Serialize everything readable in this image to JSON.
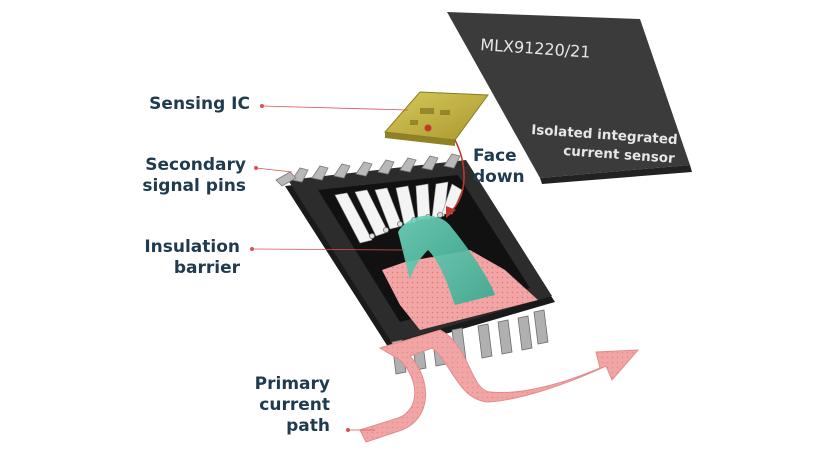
{
  "labels": {
    "sensing_ic": "Sensing IC",
    "secondary_pins": [
      "Secondary",
      "signal pins"
    ],
    "insulation_barrier": [
      "Insulation",
      "barrier"
    ],
    "primary_current_path": [
      "Primary",
      "current",
      "path"
    ],
    "face_down": [
      "Face",
      "down"
    ]
  },
  "chip": {
    "part_number": "MLX91220/21",
    "description": [
      "Isolated integrated",
      "current sensor"
    ]
  },
  "colors": {
    "label_text": "#1f3b4d",
    "leader_dot": "#d9534f",
    "chip_body": "#3a3a3a",
    "current_path": "#f0a0a0",
    "insulation": "#4fc3a8",
    "sensing_ic": "#c8b84a"
  }
}
